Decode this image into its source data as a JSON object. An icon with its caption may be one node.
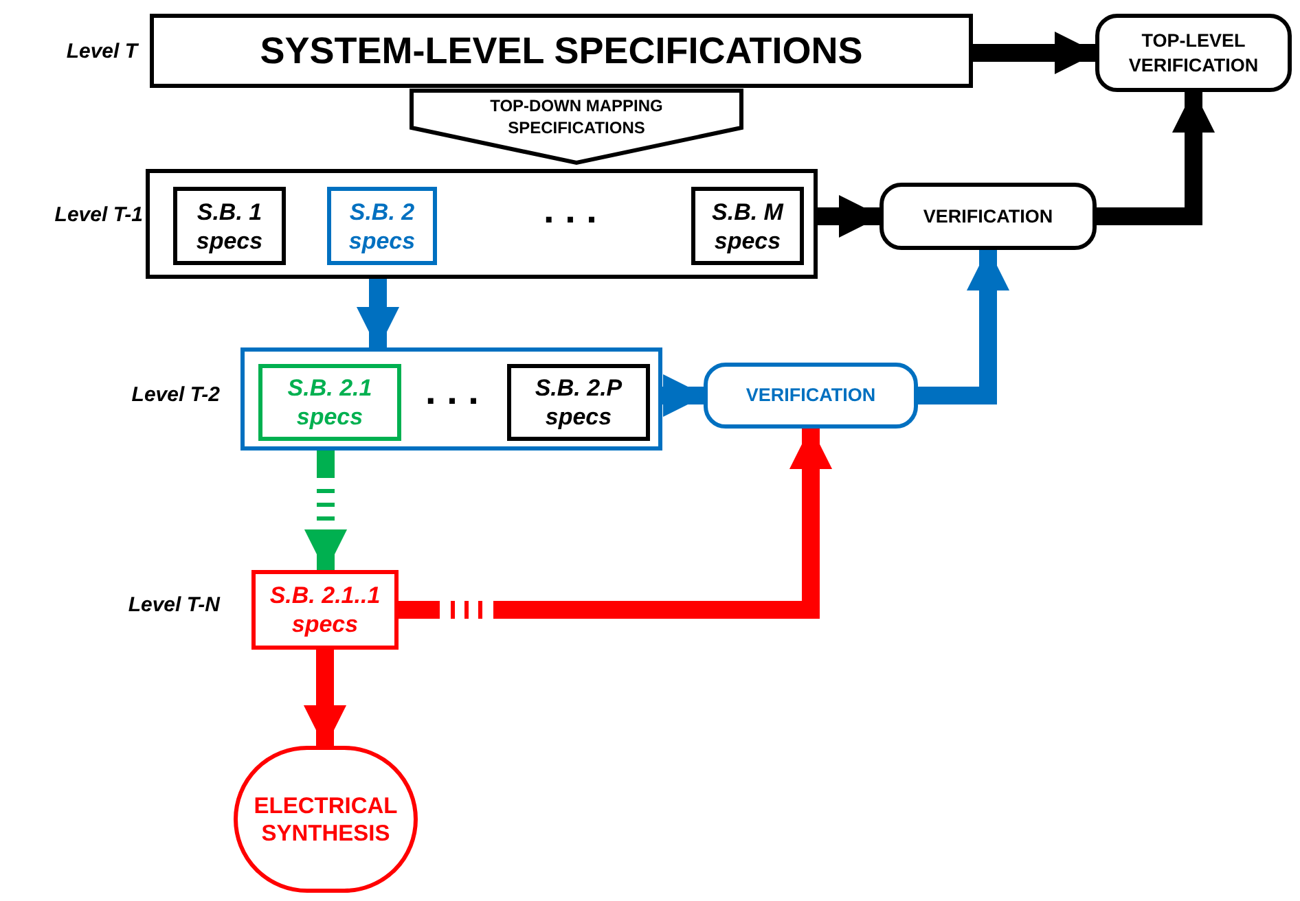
{
  "diagram": {
    "nodes": [
      {
        "text": [
          "SYSTEM-LEVEL SPECIFICATIONS"
        ]
      },
      {
        "text": [
          "TOP-DOWN MAPPING SPECIFICATIONS"
        ]
      },
      {
        "text": [],
        "shape": "box"
      },
      {
        "text": [
          "S.B. 1 specs"
        ],
        "in": 2
      },
      {
        "text": [
          "S.B. 2 specs"
        ],
        "in": 2
      },
      {
        "text": [
          "S.B. M specs"
        ],
        "in": 2
      },
      {
        "text": [
          "VERIFICATION"
        ]
      },
      {
        "text": [
          "TOP-LEVEL VERIFICATION"
        ]
      },
      {
        "text": [],
        "shape": "box"
      },
      {
        "text": [
          "S.B. 2.1 specs"
        ],
        "in": 8
      },
      {
        "text": [
          "S.B. 2.P specs"
        ],
        "in": 8
      },
      {
        "text": [
          "VERIFICATION"
        ]
      },
      {
        "text": [
          "S.B. 2.1..1 specs"
        ]
      },
      {
        "text": [
          "ELECTRICAL SYNTHESIS"
        ]
      }
    ],
    "edges": [
      {
        "from": 0,
        "to": 7,
        "arrow": "to"
      },
      {
        "from": 2,
        "to": 6,
        "arrow": "to"
      },
      {
        "from": 6,
        "to": 7,
        "arrow": "to"
      },
      {
        "from": 4,
        "to": 8,
        "arrow": "to",
        "color": "#0070c0"
      },
      {
        "from": 8,
        "to": 11,
        "arrow": "to",
        "color": "#0070c0"
      },
      {
        "from": 11,
        "to": 6,
        "arrow": "to",
        "color": "#0070c0"
      },
      {
        "from": 9,
        "to": 12,
        "arrow": "to",
        "style": "dashed",
        "color": "#00b050"
      },
      {
        "from": 12,
        "to": 11,
        "arrow": "to",
        "style": "dashed",
        "color": "#ff0000"
      },
      {
        "from": 12,
        "to": 13,
        "arrow": "to",
        "color": "#ff0000"
      }
    ],
    "labels": [
      "Level T",
      "Level T-1",
      "Level T-2",
      "Level T-N",
      ". . .",
      ". . ."
    ]
  }
}
